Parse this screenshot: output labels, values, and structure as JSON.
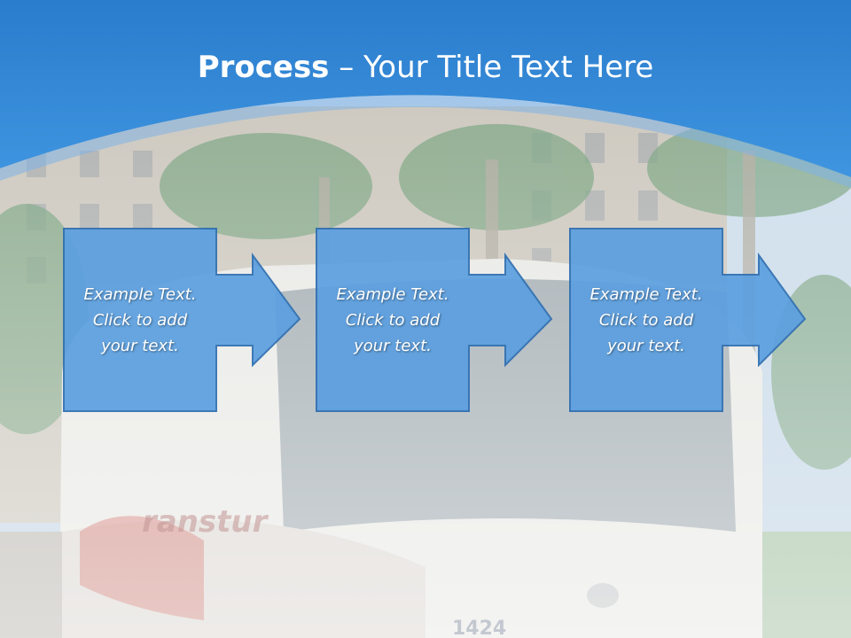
{
  "slide": {
    "title_bold": "Process",
    "title_rest": " – Your Title Text Here",
    "steps": [
      {
        "line1": "Example Text.",
        "line2": "Click  to add",
        "line3": "your text."
      },
      {
        "line1": "Example Text.",
        "line2": "Click  to add",
        "line3": "your text."
      },
      {
        "line1": "Example Text.",
        "line2": "Click  to add",
        "line3": "your text."
      }
    ]
  },
  "colors": {
    "header_blue": "#2f86d6",
    "box_fill": "#5b9fe0",
    "box_stroke": "#2f6fb1"
  }
}
